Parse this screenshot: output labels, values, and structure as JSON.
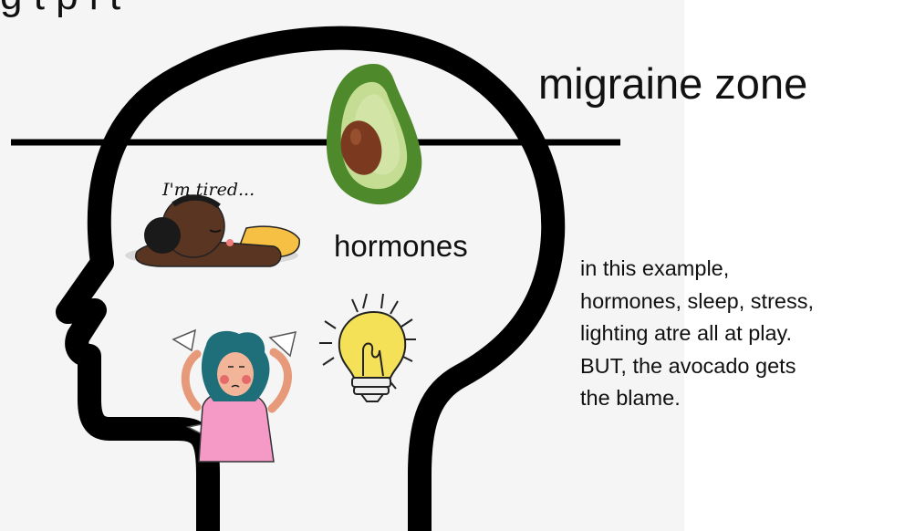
{
  "header_partial_text": "g   t          p       l   t  ",
  "title": "migraine zone",
  "center_label": "hormones",
  "thought_text": "I'm tired...",
  "caption_lines": [
    "in this example,",
    "hormones, sleep, stress,",
    "lighting atre all at play.",
    "BUT, the avocado gets",
    "the blame."
  ],
  "colors": {
    "head_outline": "#000000",
    "panel_background": "#f5f5f5",
    "avocado_skin": "#4e8a2b",
    "avocado_flesh": "#c5dd93",
    "avocado_pit": "#7b3a20",
    "bulb_yellow": "#f4e157",
    "shirt_pink": "#f59ac7",
    "hair_teal": "#1f6f7a",
    "sleeper_skin": "#5a3522",
    "sleeper_shirt": "#f5c043"
  },
  "icons": [
    "head-silhouette",
    "avocado-icon",
    "sleeping-person-icon",
    "lightbulb-icon",
    "stressed-woman-icon"
  ]
}
